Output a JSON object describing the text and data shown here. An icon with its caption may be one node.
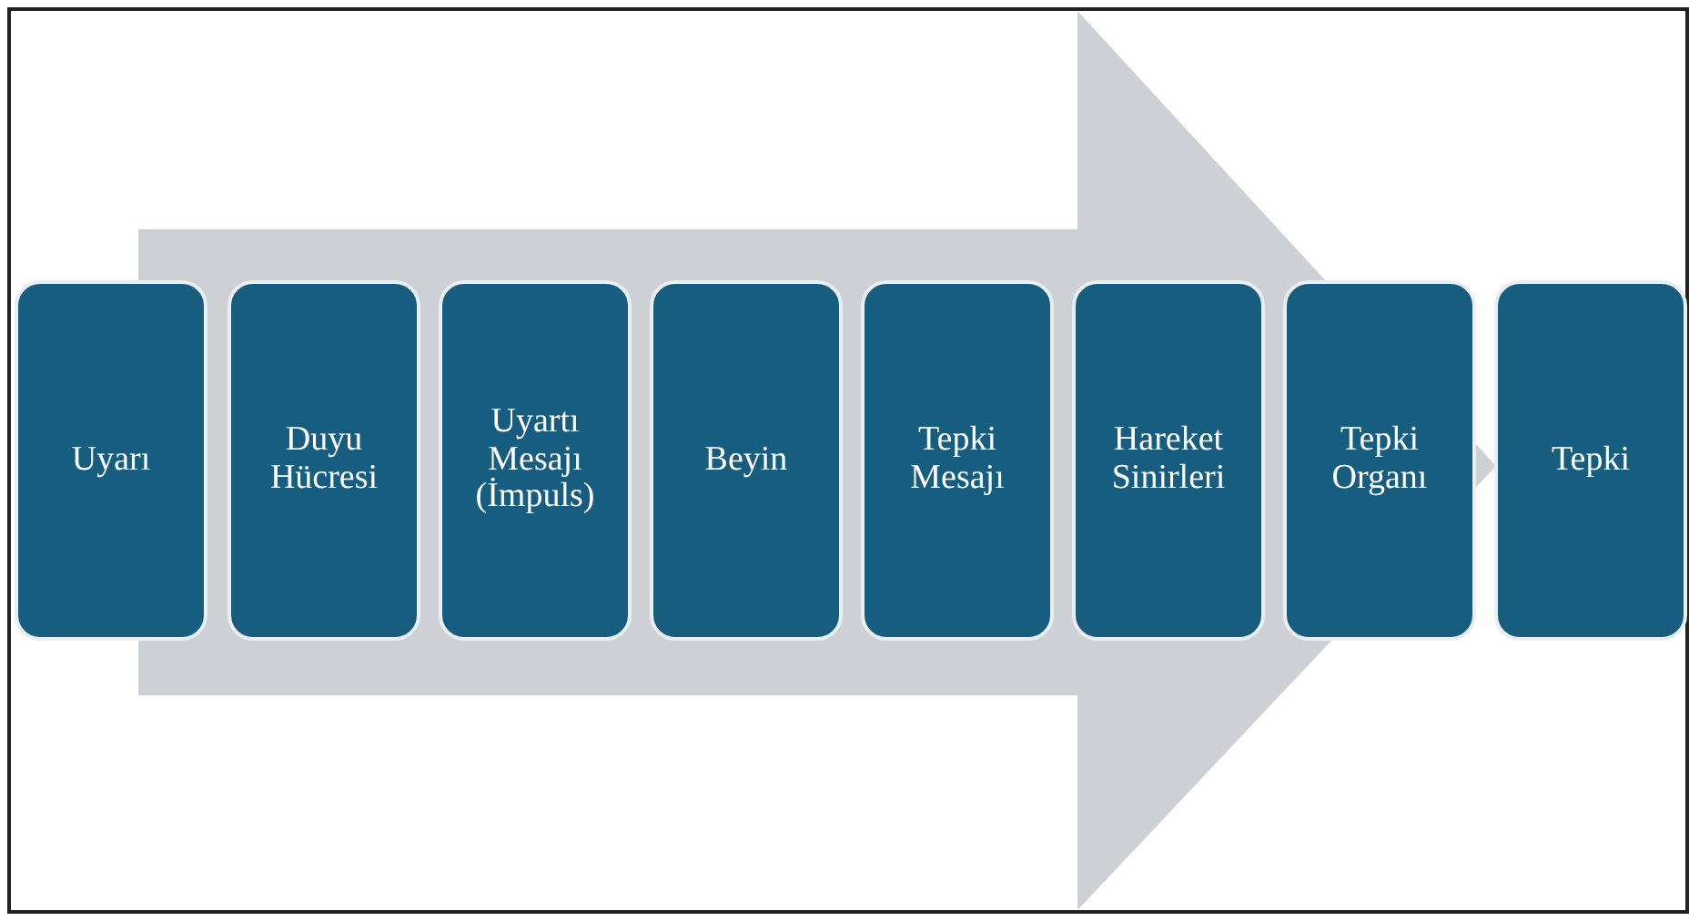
{
  "diagram": {
    "nodes": [
      {
        "text": [
          "Uyarı"
        ]
      },
      {
        "text": [
          "Duyu Hücresi"
        ]
      },
      {
        "text": [
          "Uyartı Mesajı (İmpuls)"
        ]
      },
      {
        "text": [
          "Beyin"
        ]
      },
      {
        "text": [
          "Tepki Mesajı"
        ]
      },
      {
        "text": [
          "Hareket Sinirleri"
        ]
      },
      {
        "text": [
          "Tepki Organı"
        ]
      },
      {
        "text": [
          "Tepki"
        ]
      }
    ],
    "edges": [
      {
        "from": 0,
        "to": 7,
        "arrow": "to"
      }
    ]
  }
}
